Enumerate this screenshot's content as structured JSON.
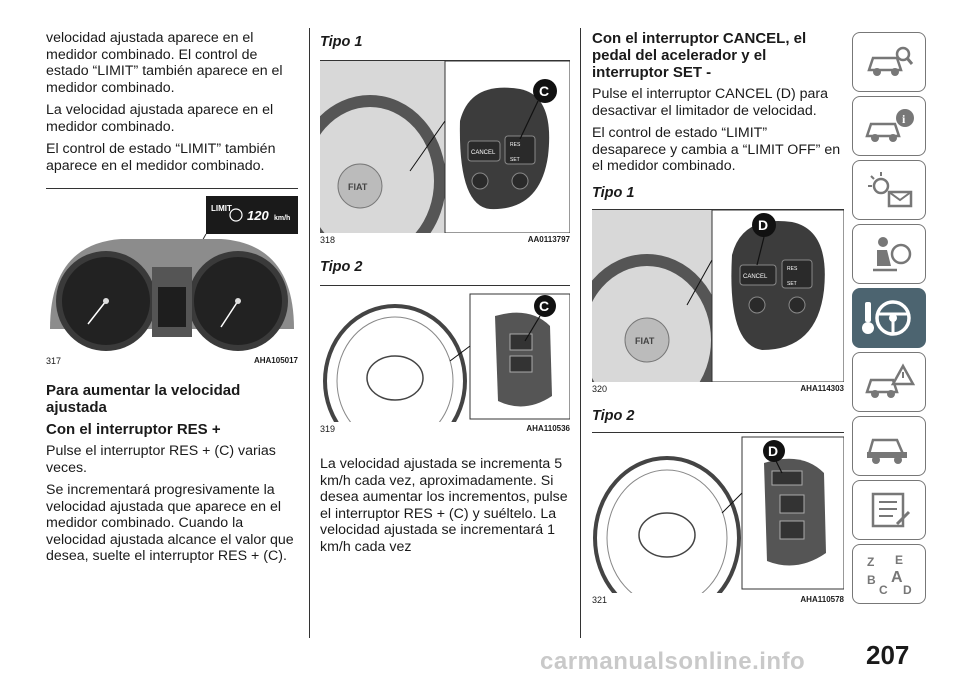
{
  "col1": {
    "p1": "velocidad ajustada aparece en el medidor combinado. El control de estado “LIMIT” también aparece en el medidor combinado.",
    "p2": "La velocidad ajustada aparece en el medidor combinado.",
    "p3": "El control de estado “LIMIT” también aparece en el medidor combinado.",
    "fig": {
      "num": "317",
      "code": "AHA105017",
      "display_label": "LIMIT",
      "display_value": "120",
      "display_unit": "km/h"
    },
    "h1": "Para aumentar la velocidad ajustada",
    "h2": "Con el interruptor RES +",
    "p4": "Pulse el interruptor RES + (C) varias veces.",
    "p5": "Se incrementará progresivamente la velocidad ajustada que aparece en el medidor combinado. Cuando la velocidad ajustada alcance el valor que desea, suelte el interruptor RES + (C)."
  },
  "col2": {
    "tipo1": "Tipo 1",
    "fig1": {
      "num": "318",
      "code": "AA0113797",
      "callout": "C",
      "btn_cancel": "CANCEL",
      "btn_res": "RES",
      "btn_set": "SET"
    },
    "tipo2": "Tipo 2",
    "fig2": {
      "num": "319",
      "code": "AHA110536",
      "callout": "C"
    },
    "p1": "La velocidad ajustada se incrementa 5 km/h cada vez, aproximadamente. Si desea aumentar los incrementos, pulse el interruptor RES + (C) y suéltelo. La velocidad ajustada se incrementará 1 km/h cada vez"
  },
  "col3": {
    "h1": "Con el interruptor CANCEL, el pedal del acelerador y el interruptor SET -",
    "p1": "Pulse el interruptor CANCEL (D) para desactivar el limitador de velocidad.",
    "p2": "El control de estado “LIMIT” desaparece y cambia a “LIMIT OFF” en el medidor combinado.",
    "tipo1": "Tipo 1",
    "fig1": {
      "num": "320",
      "code": "AHA114303",
      "callout": "D",
      "btn_cancel": "CANCEL",
      "btn_res": "RES",
      "btn_set": "SET"
    },
    "tipo2": "Tipo 2",
    "fig2": {
      "num": "321",
      "code": "AHA110578",
      "callout": "D"
    }
  },
  "page": {
    "number": "207",
    "watermark": "carmanualsonline.info"
  },
  "sidebar": {
    "icons": [
      "car-search-icon",
      "car-info-icon",
      "warning-lights-icon",
      "airbag-icon",
      "steering-key-icon",
      "car-warning-icon",
      "car-service-icon",
      "checklist-icon",
      "alphabet-index-icon"
    ],
    "active_index": 4,
    "active_color": "#4c6470"
  }
}
